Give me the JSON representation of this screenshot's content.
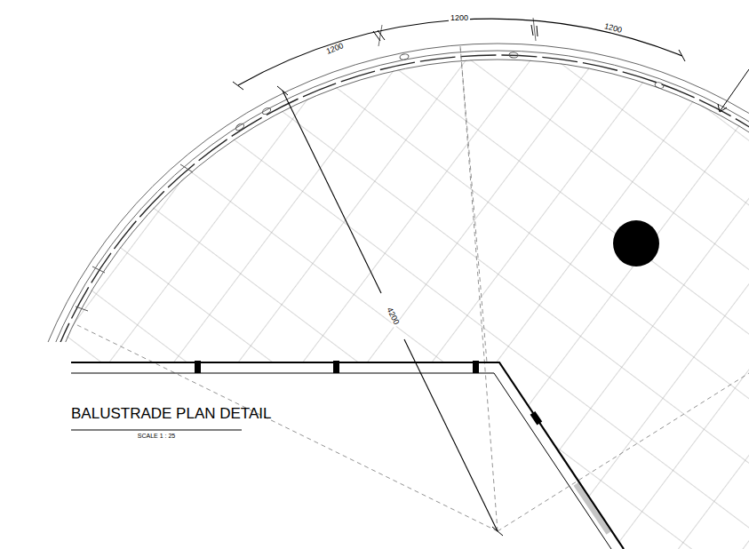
{
  "diagram": {
    "title": "BALUSTRADE PLAN DETAIL",
    "labels": [
      "1200",
      "1200",
      "1200",
      "4200",
      "SCALE 1 : 25"
    ]
  }
}
